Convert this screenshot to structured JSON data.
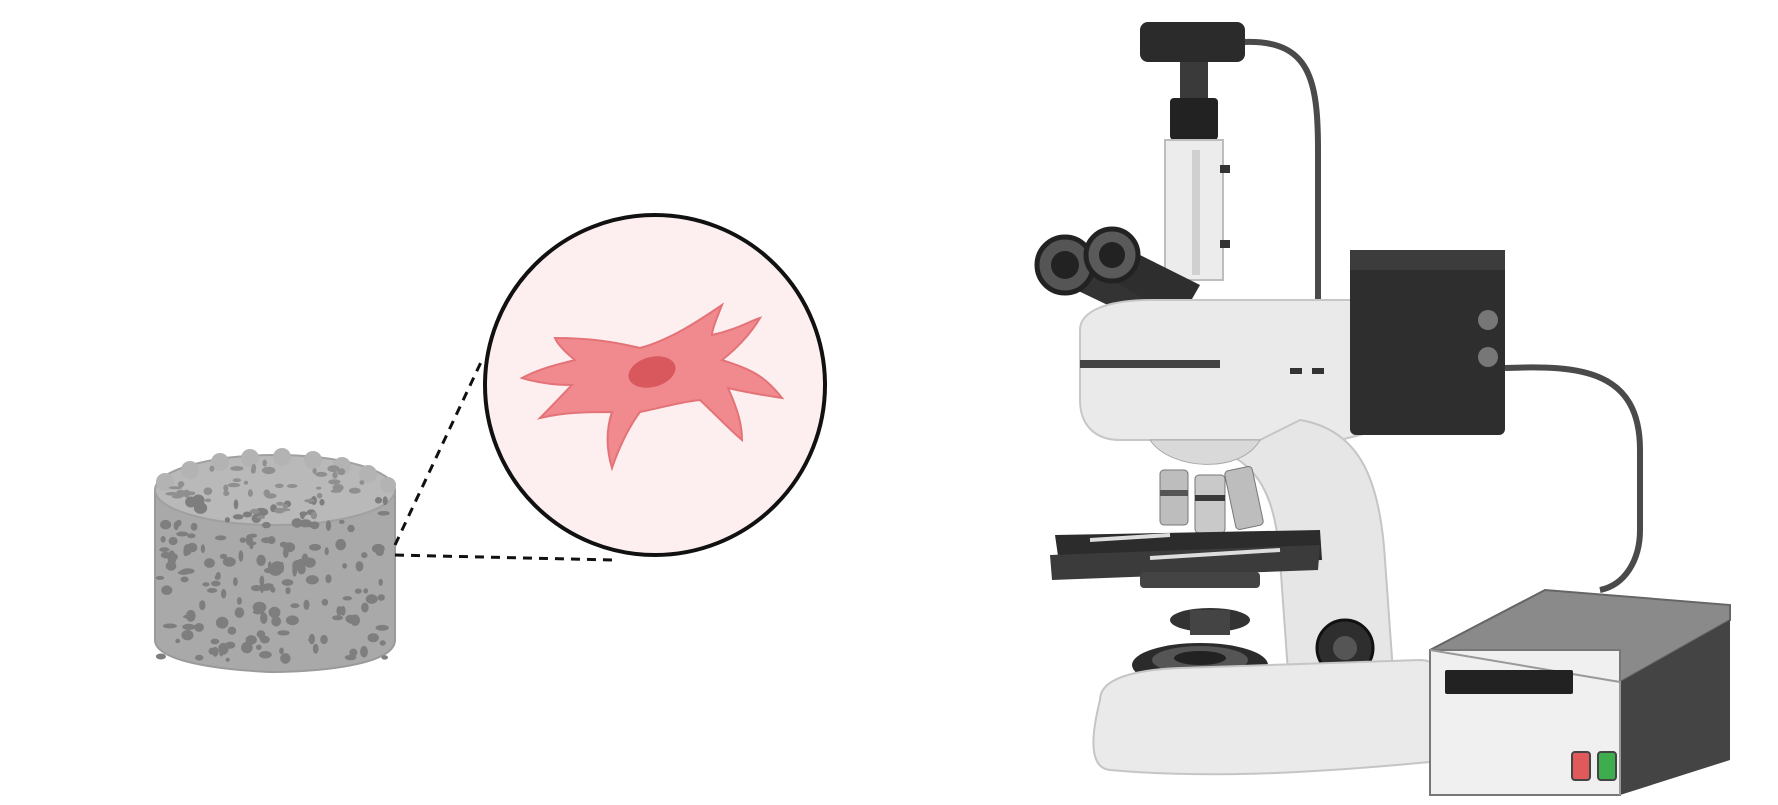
{
  "figure": {
    "background": "#ffffff",
    "elements": {
      "scaffold": "porous-scaffold",
      "magnified_view": "cell-magnified-circle",
      "cell": "cell",
      "instrument": "fluorescence-microscope",
      "power_supply": "power-supply-unit"
    },
    "colors": {
      "scaffold_fill": "#a7a7a7",
      "scaffold_pores": "#7d7d7d",
      "circle_fill": "#fdeff0",
      "cell_body": "#f08a8e",
      "cell_nucleus": "#d9585e",
      "microscope_body": "#e9e9e9",
      "microscope_dark": "#2b2b2b",
      "power_supply_body": "#f0f0f0",
      "power_supply_top": "#8a8a8a",
      "red_button": "#e05a5c",
      "green_button": "#3dad4e",
      "display_panel": "#222222",
      "cable": "#4a4a4a"
    }
  }
}
